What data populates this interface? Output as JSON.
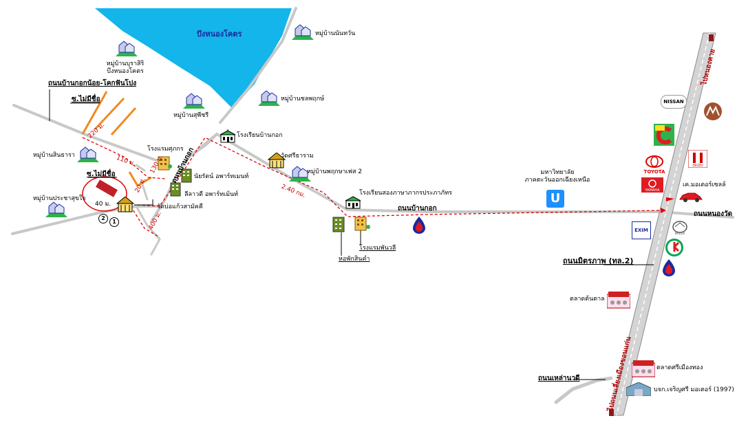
{
  "lake": {
    "label": "บึงหนองโคตร",
    "color": "#13b5ea"
  },
  "roads": {
    "ban_kok_noi": "ถนนบ้านกอกน้อย-โคกฟันโปง",
    "soi_no_name_1": "ซ.ไม่มีชื่อ",
    "soi_no_name_2": "ซ.ไม่มีชื่อ",
    "ban_kok": "ถนนบ้านกอก",
    "ban_kok_vertical": "ถนนบ้านกอก",
    "mittraphap": "ถนนมิตรภาพ (ทล.2)",
    "nong_wat": "ถนนหนองวัด",
    "lao_na_di": "ถนนเหล่านาดี",
    "highway_north": "ไปหนองคาย",
    "highway_south": "ไปถนนเลี่ยงเมืองขอนแก่น"
  },
  "distances": {
    "d220": "220 ม.",
    "d110": "110 ม.",
    "d20": "20 ม.",
    "d130": "130 ม.",
    "d40": "40 ม.",
    "d400": "400 ม.",
    "d240km": "2.40 กม."
  },
  "markers": {
    "m1": "1",
    "m2": "2"
  },
  "places": {
    "nanthawan": "หมู่บ้านนันทวัน",
    "burasiri": "หมู่บ้านบุราสิริ\nบึงหนองโคตร",
    "chonlaphruek": "หมู่บ้านชลพฤกษ์",
    "suphichai": "หมู่บ้านสุพีชรี",
    "school_bankok": "โรงเรียนบ้านกอก",
    "sintara": "หมู่บ้านสินธารา",
    "hotel_sukkorn": "โรงแรมศุภกร",
    "wat_si_tharam": "วัดศรีธาราม",
    "niyarat": "นัยรัตน์ อพาร์ทเมนท์",
    "phruksa": "หมู่บ้านพฤกษาเฟส 2",
    "leelawadee": "ลีลาวดี อพาร์ทเม้นท์",
    "prachasuk": "หมู่บ้านประชาสุขใจ",
    "wat_bo_kaew": "วัดบ่อแก้วสามัคคี",
    "lang_school": "โรงเรียนสองภาษาภากรประภาภัทร",
    "dorm": "หอพักสินคำ",
    "hotel_phanwali": "โรงแรมพันวลี",
    "university": "มหาวิทยาลัย\nภาคตะวันออกเฉียงเหนือ",
    "kt_motor": "เค.มอเตอร์เซลล์",
    "market_ton_tan": "ตลาดต้นตาล",
    "market_si_mueang": "ตลาดศรีเมืองทอง",
    "charoensri": "บจก.เจริญศรี มอเตอร์ (1997)"
  },
  "brands": {
    "nissan": "NISSAN",
    "toyota": "TOYOTA",
    "isuzu": "ISUZU",
    "yamaha": "YAMAHA",
    "exim": "EXIM",
    "mazda": "MAZDA",
    "big_c": "Big C",
    "univ_u": "U"
  },
  "colors": {
    "road": "#c8c8c8",
    "route": "#e00000",
    "orange": "#f08a1e",
    "green": "#2db34a",
    "accent_red": "#d81818"
  }
}
